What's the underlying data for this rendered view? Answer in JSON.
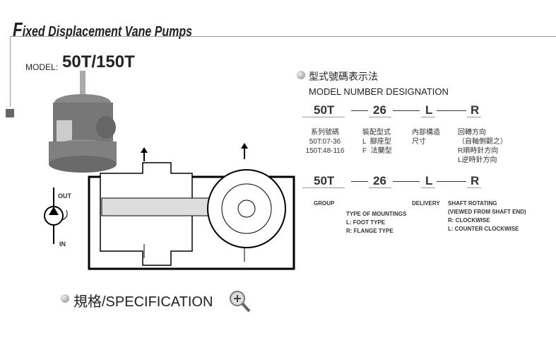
{
  "header": {
    "title_first": "F",
    "title_rest": "ixed Displacement Vane Pumps"
  },
  "model": {
    "label": "MODEL:",
    "value": "50T/150T"
  },
  "designation": {
    "heading_cn": "型式號碼表示法",
    "heading_en": "MODEL NUMBER DESIGNATION",
    "codes": [
      "50T",
      "26",
      "L",
      "R"
    ],
    "cn": [
      [
        "系列號碼",
        "50T:07-36",
        "150T:48-116"
      ],
      [
        "裝配型式",
        "L  腳座型",
        "F  法蘭型"
      ],
      [
        "內部構造",
        "尺寸"
      ],
      [
        "回轉方向",
        "（自軸側觀之）",
        "R順時針方向",
        "L逆時針方向"
      ]
    ],
    "en": [
      [
        "GROUP"
      ],
      [
        "TYPE OF MOUNTINGS",
        "L: FOOT TYPE",
        "R: FLANGE TYPE"
      ],
      [
        "DELIVERY"
      ],
      [
        "SHAFT ROTATING",
        "(VIEWED FROM SHAFT END)",
        "R: CLOCKWISE",
        "L: COUNTER CLOCKWISE"
      ]
    ]
  },
  "symbol": {
    "out": "OUT",
    "in": "IN"
  },
  "spec": {
    "label": "規格/SPECIFICATION"
  }
}
